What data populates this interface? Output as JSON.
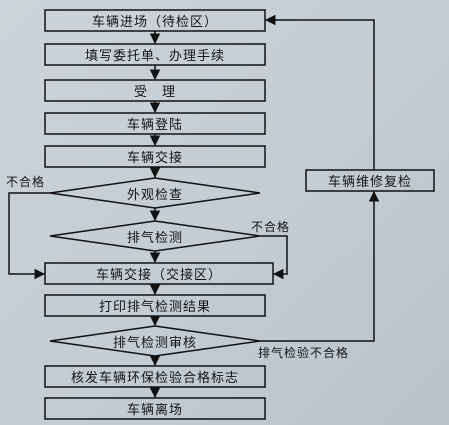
{
  "flowchart": {
    "steps": [
      "车辆进场（待检区）",
      "填写委托单、办理手续",
      "受　理",
      "车辆登陆",
      "车辆交接",
      "外观检查",
      "排气检测",
      "车辆交接（交接区）",
      "打印排气检测结果",
      "排气检测审核",
      "核发车辆环保检验合格标志",
      "车辆离场"
    ],
    "repair_step": "车辆维修复检",
    "edge_labels": {
      "appearance_fail": "不合格",
      "emission_fail": "不合格",
      "audit_fail": "排气检验不合格"
    }
  }
}
